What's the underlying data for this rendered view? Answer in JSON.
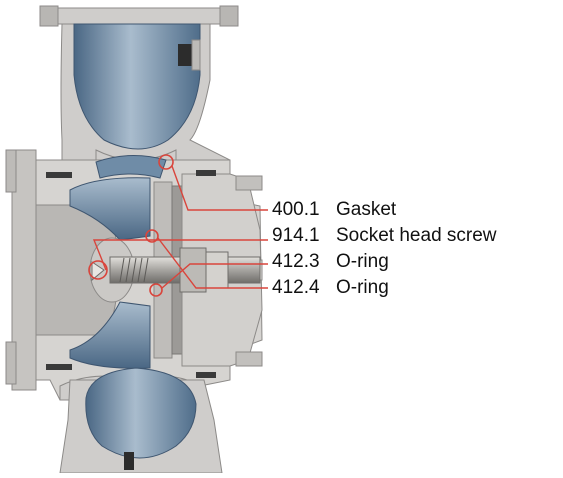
{
  "colors": {
    "housing": "#cfcdcb",
    "housing_edge": "#8c8a88",
    "cavity_blue": "#5f7d99",
    "cavity_light": "#a9bccd",
    "shaft": "#a8a6a2",
    "leader_red": "#d9453c"
  },
  "legend": {
    "items": [
      {
        "number": "400.1",
        "description": "Gasket"
      },
      {
        "number": "914.1",
        "description": "Socket head screw"
      },
      {
        "number": "412.3",
        "description": "O-ring"
      },
      {
        "number": "412.4",
        "description": "O-ring"
      }
    ]
  }
}
